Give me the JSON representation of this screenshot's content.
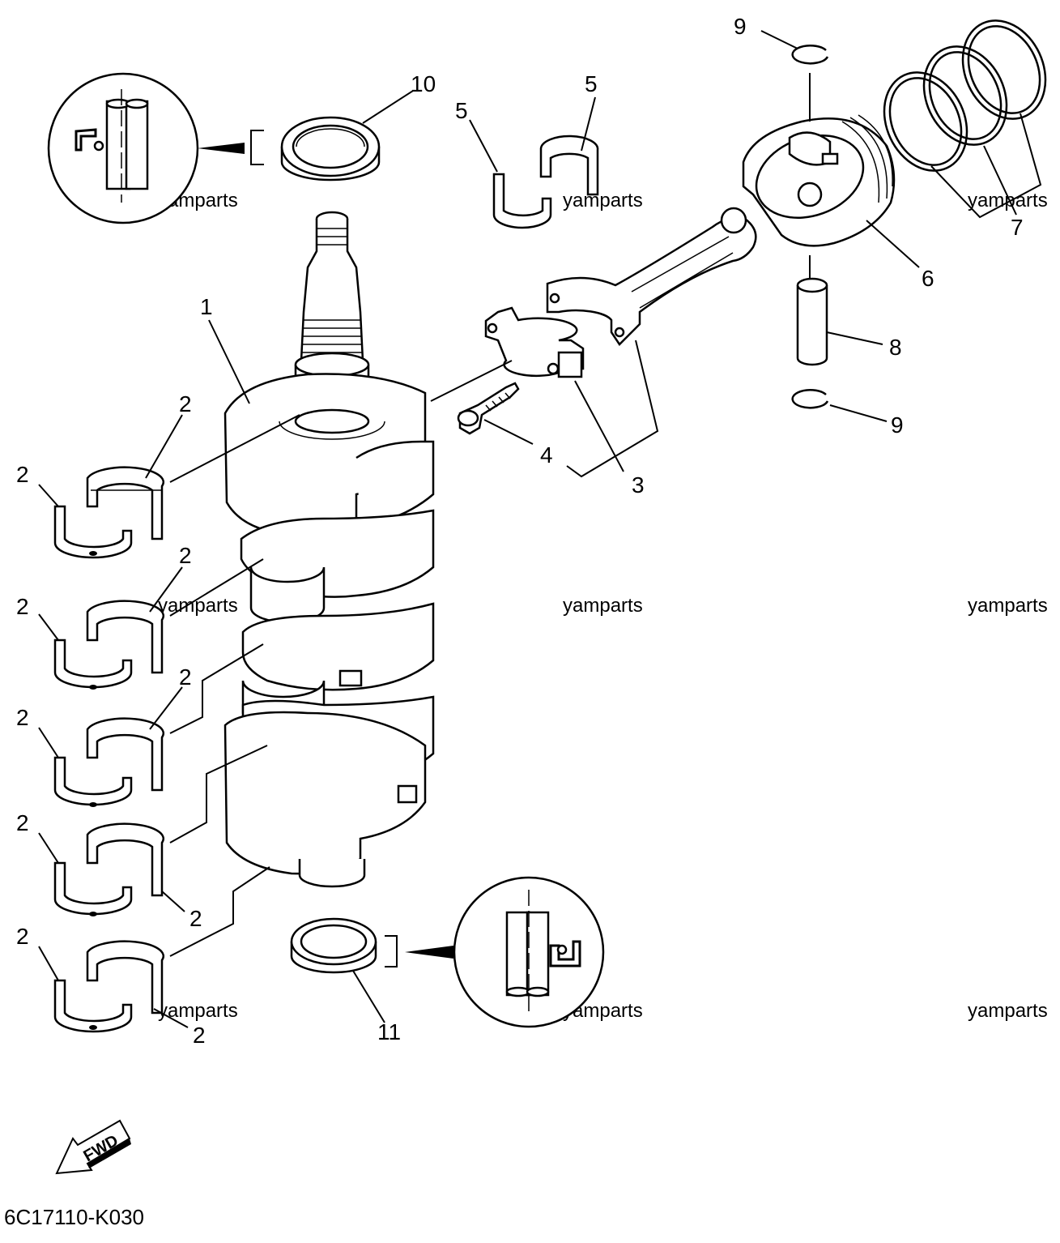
{
  "diagram": {
    "code": "6C17110-K030",
    "fwd_label": "FWD",
    "watermark": "yamparts",
    "callouts": {
      "c1": "1",
      "c2": "2",
      "c3": "3",
      "c4": "4",
      "c5": "5",
      "c6": "6",
      "c7": "7",
      "c8": "8",
      "c9": "9",
      "c10": "10",
      "c11": "11"
    }
  }
}
